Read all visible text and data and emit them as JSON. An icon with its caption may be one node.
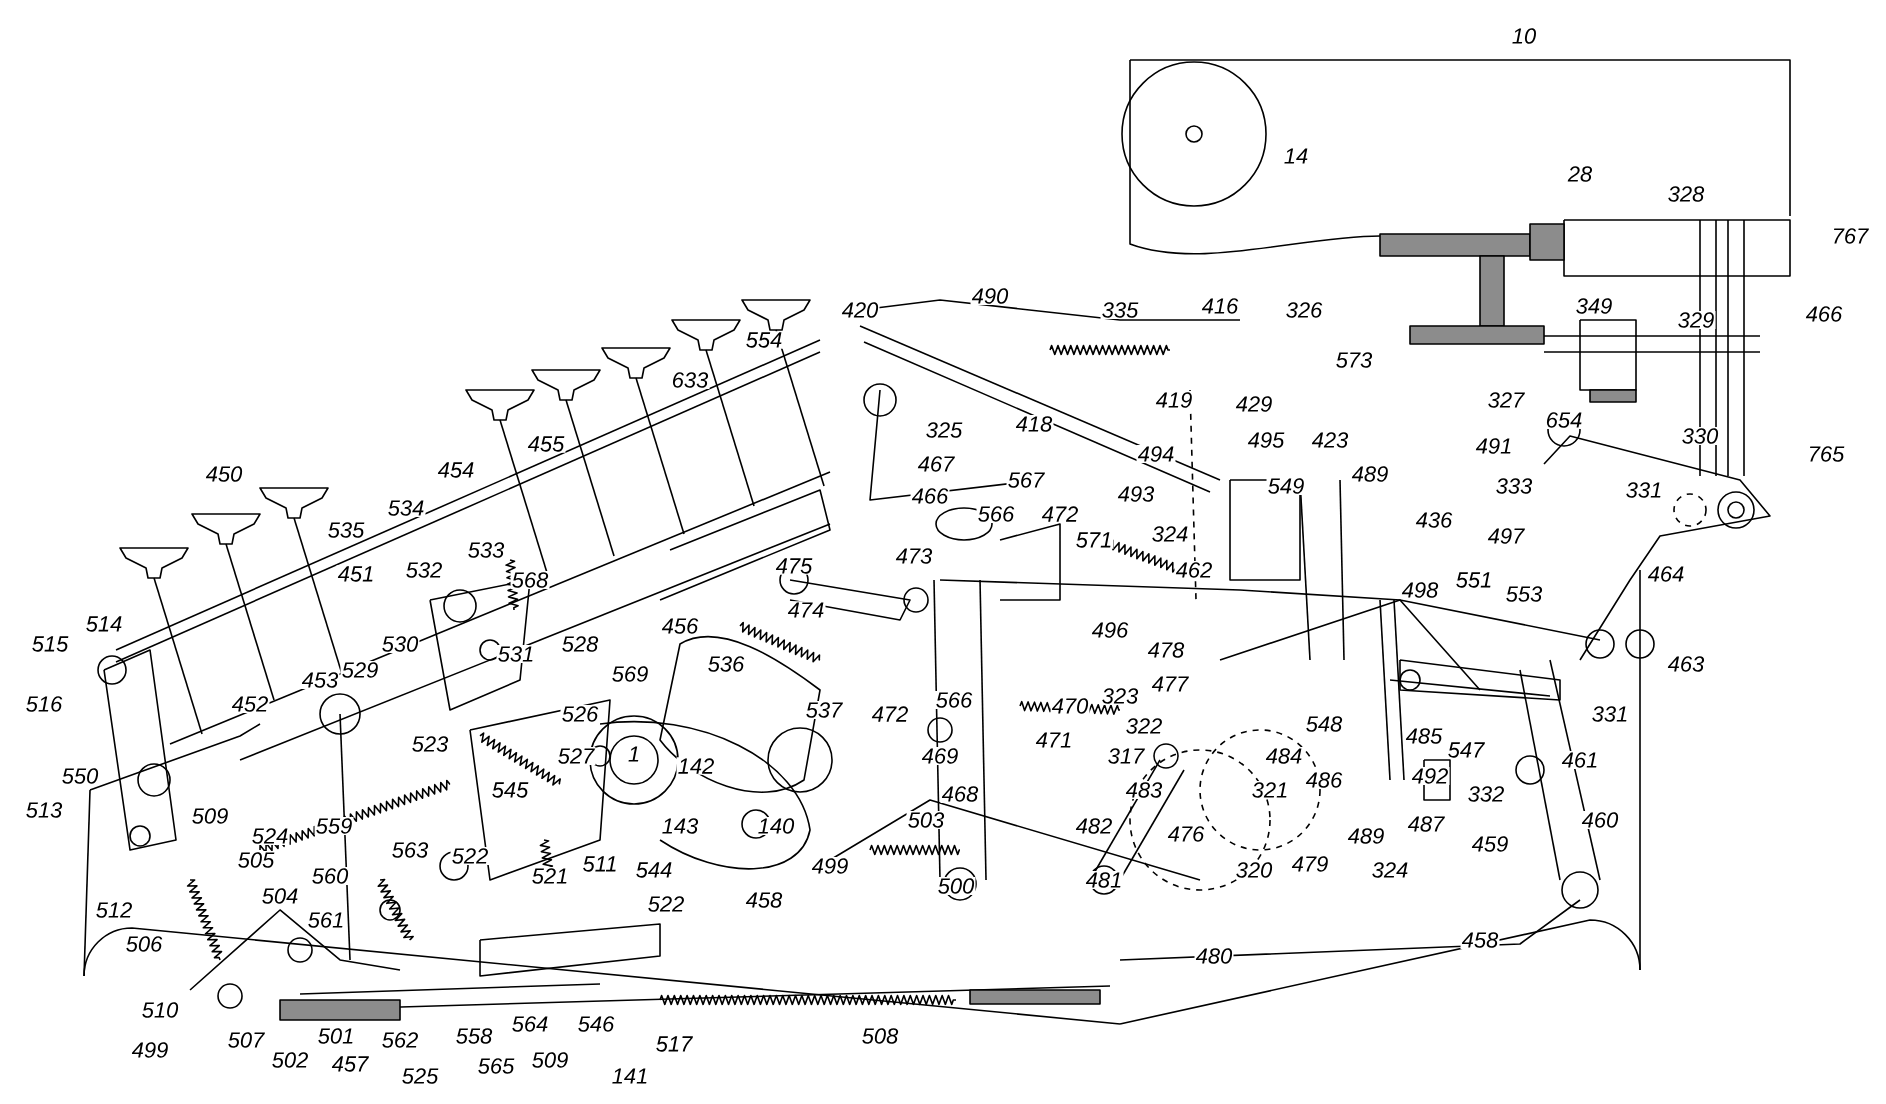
{
  "diagram": {
    "labels": [
      "10",
      "14",
      "28",
      "328",
      "767",
      "490",
      "416",
      "349",
      "420",
      "335",
      "326",
      "466",
      "329",
      "554",
      "573",
      "633",
      "419",
      "327",
      "429",
      "654",
      "418",
      "325",
      "330",
      "495",
      "423",
      "455",
      "491",
      "765",
      "494",
      "454",
      "450",
      "467",
      "489",
      "567",
      "333",
      "549",
      "331",
      "493",
      "466",
      "534",
      "566",
      "472",
      "436",
      "535",
      "324",
      "497",
      "571",
      "533",
      "473",
      "475",
      "532",
      "451",
      "462",
      "464",
      "568",
      "551",
      "498",
      "553",
      "474",
      "514",
      "456",
      "496",
      "530",
      "515",
      "528",
      "478",
      "531",
      "463",
      "536",
      "529",
      "569",
      "453",
      "477",
      "323",
      "566",
      "452",
      "516",
      "470",
      "537",
      "472",
      "331",
      "526",
      "548",
      "322",
      "485",
      "471",
      "523",
      "547",
      "1",
      "317",
      "469",
      "527",
      "484",
      "461",
      "142",
      "550",
      "492",
      "486",
      "545",
      "483",
      "321",
      "468",
      "332",
      "513",
      "509",
      "460",
      "503",
      "143",
      "140",
      "482",
      "559",
      "487",
      "476",
      "524",
      "489",
      "459",
      "563",
      "522",
      "505",
      "511",
      "479",
      "499",
      "544",
      "320",
      "324",
      "560",
      "521",
      "481",
      "500",
      "504",
      "458",
      "522",
      "512",
      "561",
      "458",
      "506",
      "480",
      "510",
      "546",
      "564",
      "501",
      "508",
      "558",
      "507",
      "562",
      "517",
      "499",
      "509",
      "502",
      "457",
      "565",
      "525",
      "141"
    ]
  }
}
